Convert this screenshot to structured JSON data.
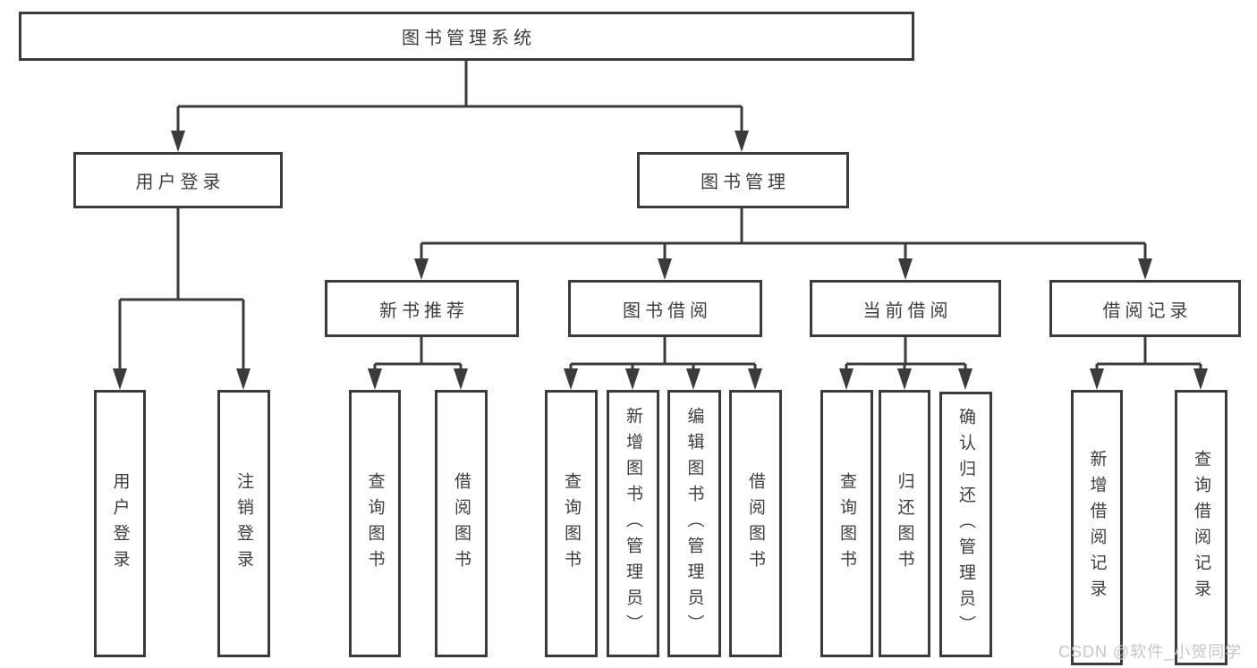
{
  "colors": {
    "line": "#3b3b3b",
    "text": "#3e3e3e",
    "box_bg": "#ffffff",
    "watermark": "#c6c6c6"
  },
  "nodes": {
    "root": {
      "label": "图书管理系统"
    },
    "user_login": {
      "label": "用户登录"
    },
    "book_management": {
      "label": "图书管理"
    },
    "new_book_recommend": {
      "label": "新书推荐"
    },
    "book_borrowing": {
      "label": "图书借阅"
    },
    "current_borrowing": {
      "label": "当前借阅"
    },
    "borrowing_records": {
      "label": "借阅记录"
    },
    "leaf_user_login": {
      "label": "用户登录"
    },
    "leaf_logout": {
      "label": "注销登录"
    },
    "leaf_query_books_recommend": {
      "label": "查询图书"
    },
    "leaf_borrow_books_recommend": {
      "label": "借阅图书"
    },
    "leaf_query_books_borrowing": {
      "label": "查询图书"
    },
    "leaf_add_books_admin": {
      "label": "新增图书（管理员）"
    },
    "leaf_edit_books_admin": {
      "label": "编辑图书（管理员）"
    },
    "leaf_borrow_books_borrowing": {
      "label": "借阅图书"
    },
    "leaf_query_books_current": {
      "label": "查询图书"
    },
    "leaf_return_books": {
      "label": "归还图书"
    },
    "leaf_confirm_return_admin": {
      "label": "确认归还（管理员）"
    },
    "leaf_add_borrow_record": {
      "label": "新增借阅记录"
    },
    "leaf_query_borrow_record": {
      "label": "查询借阅记录"
    }
  },
  "watermark": {
    "text": "CSDN @软件_小贺同学"
  }
}
